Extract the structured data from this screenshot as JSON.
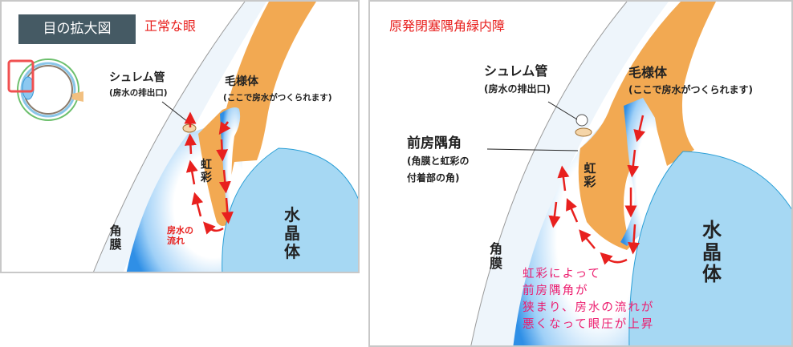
{
  "left_panel": {
    "badge": "目の拡大図",
    "title": "正常な眼",
    "schlemm": {
      "name": "シュレム管",
      "note": "(房水の排出口)"
    },
    "ciliary": {
      "name": "毛様体",
      "note": "(ここで房水がつくられます)"
    },
    "iris": "虹彩",
    "cornea": "角膜",
    "lens": "水晶体",
    "flow": "房水の流れ"
  },
  "right_panel": {
    "title": "原発閉塞隅角緑内障",
    "schlemm": {
      "name": "シュレム管",
      "note": "(房水の排出口)"
    },
    "ciliary": {
      "name": "毛様体",
      "note": "(ここで房水がつくられます)"
    },
    "angle": {
      "name": "前房隅角",
      "note1": "(角膜と虹彩の",
      "note2": "付着部の角)"
    },
    "iris": "虹彩",
    "cornea": "角膜",
    "lens": "水晶体",
    "explanation": [
      "虹彩によって",
      "前房隅角が",
      "狭まり、房水の流れが",
      "悪くなって眼圧が上昇"
    ]
  },
  "colors": {
    "badge_bg": "#455a64",
    "title_red": "#e8201e",
    "explanation_pink": "#ec1c6e",
    "ciliary_orange": "#f2a952",
    "lens_blue": "#a6d8f3",
    "chamber_blue": "#3d9be9",
    "arrow_red": "#e8201e"
  }
}
